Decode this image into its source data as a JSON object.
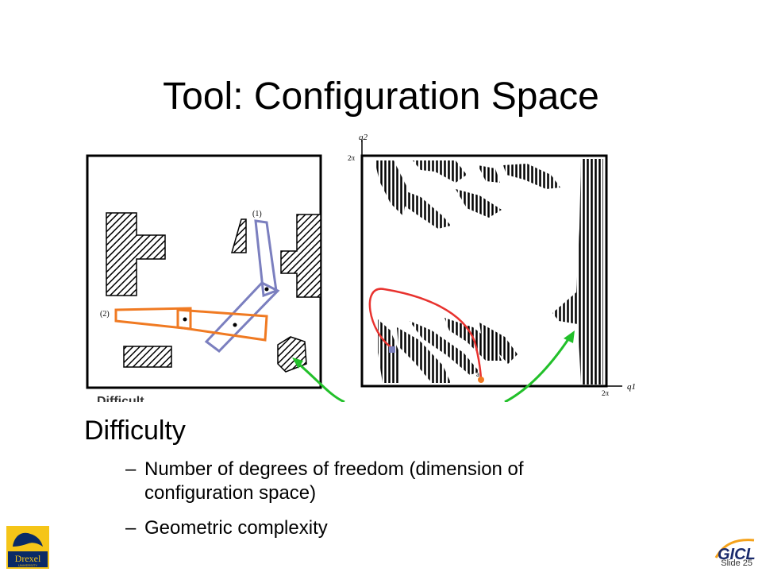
{
  "slide": {
    "title": "Tool:  Configuration Space",
    "slide_number": "Slide 25"
  },
  "figure": {
    "left_labels": {
      "link1": "(1)",
      "link2": "(2)",
      "partial_caption": "Difficult"
    },
    "right_labels": {
      "q2_axis": "q2",
      "q1_axis": "q1",
      "two_pi_top": "2π",
      "two_pi_right": "2π",
      "point_a": "a"
    },
    "colors": {
      "red_path": "#e8322e",
      "green_arrow": "#22c02a",
      "orange_link": "#f07a22",
      "blue_link": "#7b7fbf"
    }
  },
  "bullets": {
    "main": "Difficulty",
    "items": [
      {
        "dash": "–",
        "line1": "Number of degrees of freedom (dimension of",
        "line2": "configuration space)"
      },
      {
        "dash": "–",
        "line1": "Geometric complexity"
      }
    ]
  },
  "logos": {
    "left": {
      "name": "Drexel",
      "sub": "UNIVERSITY"
    },
    "right": {
      "name": "GICL"
    }
  }
}
